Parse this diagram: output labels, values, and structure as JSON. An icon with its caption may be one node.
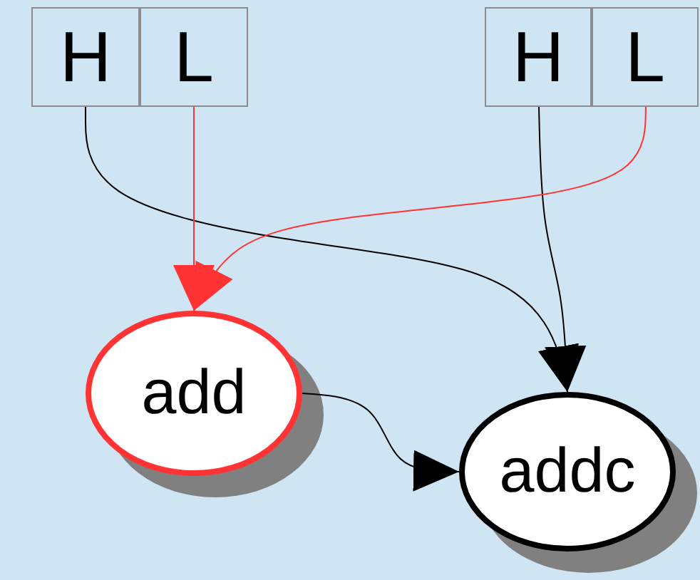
{
  "diagram": {
    "nodes": [
      {
        "text": [
          "H"
        ]
      },
      {
        "text": [
          "L"
        ]
      },
      {
        "text": [
          "H"
        ]
      },
      {
        "text": [
          "L"
        ]
      },
      {
        "text": [
          "add"
        ]
      },
      {
        "text": [
          "addc"
        ]
      }
    ],
    "edges": [
      {
        "from": 0,
        "to": 5,
        "arrow": "to"
      },
      {
        "from": 1,
        "to": 4,
        "arrow": "to",
        "color": "#ff3333"
      },
      {
        "from": 2,
        "to": 5,
        "arrow": "to"
      },
      {
        "from": 3,
        "to": 4,
        "arrow": "to",
        "color": "#ff3333"
      },
      {
        "from": 4,
        "to": 5,
        "arrow": "to"
      }
    ]
  }
}
